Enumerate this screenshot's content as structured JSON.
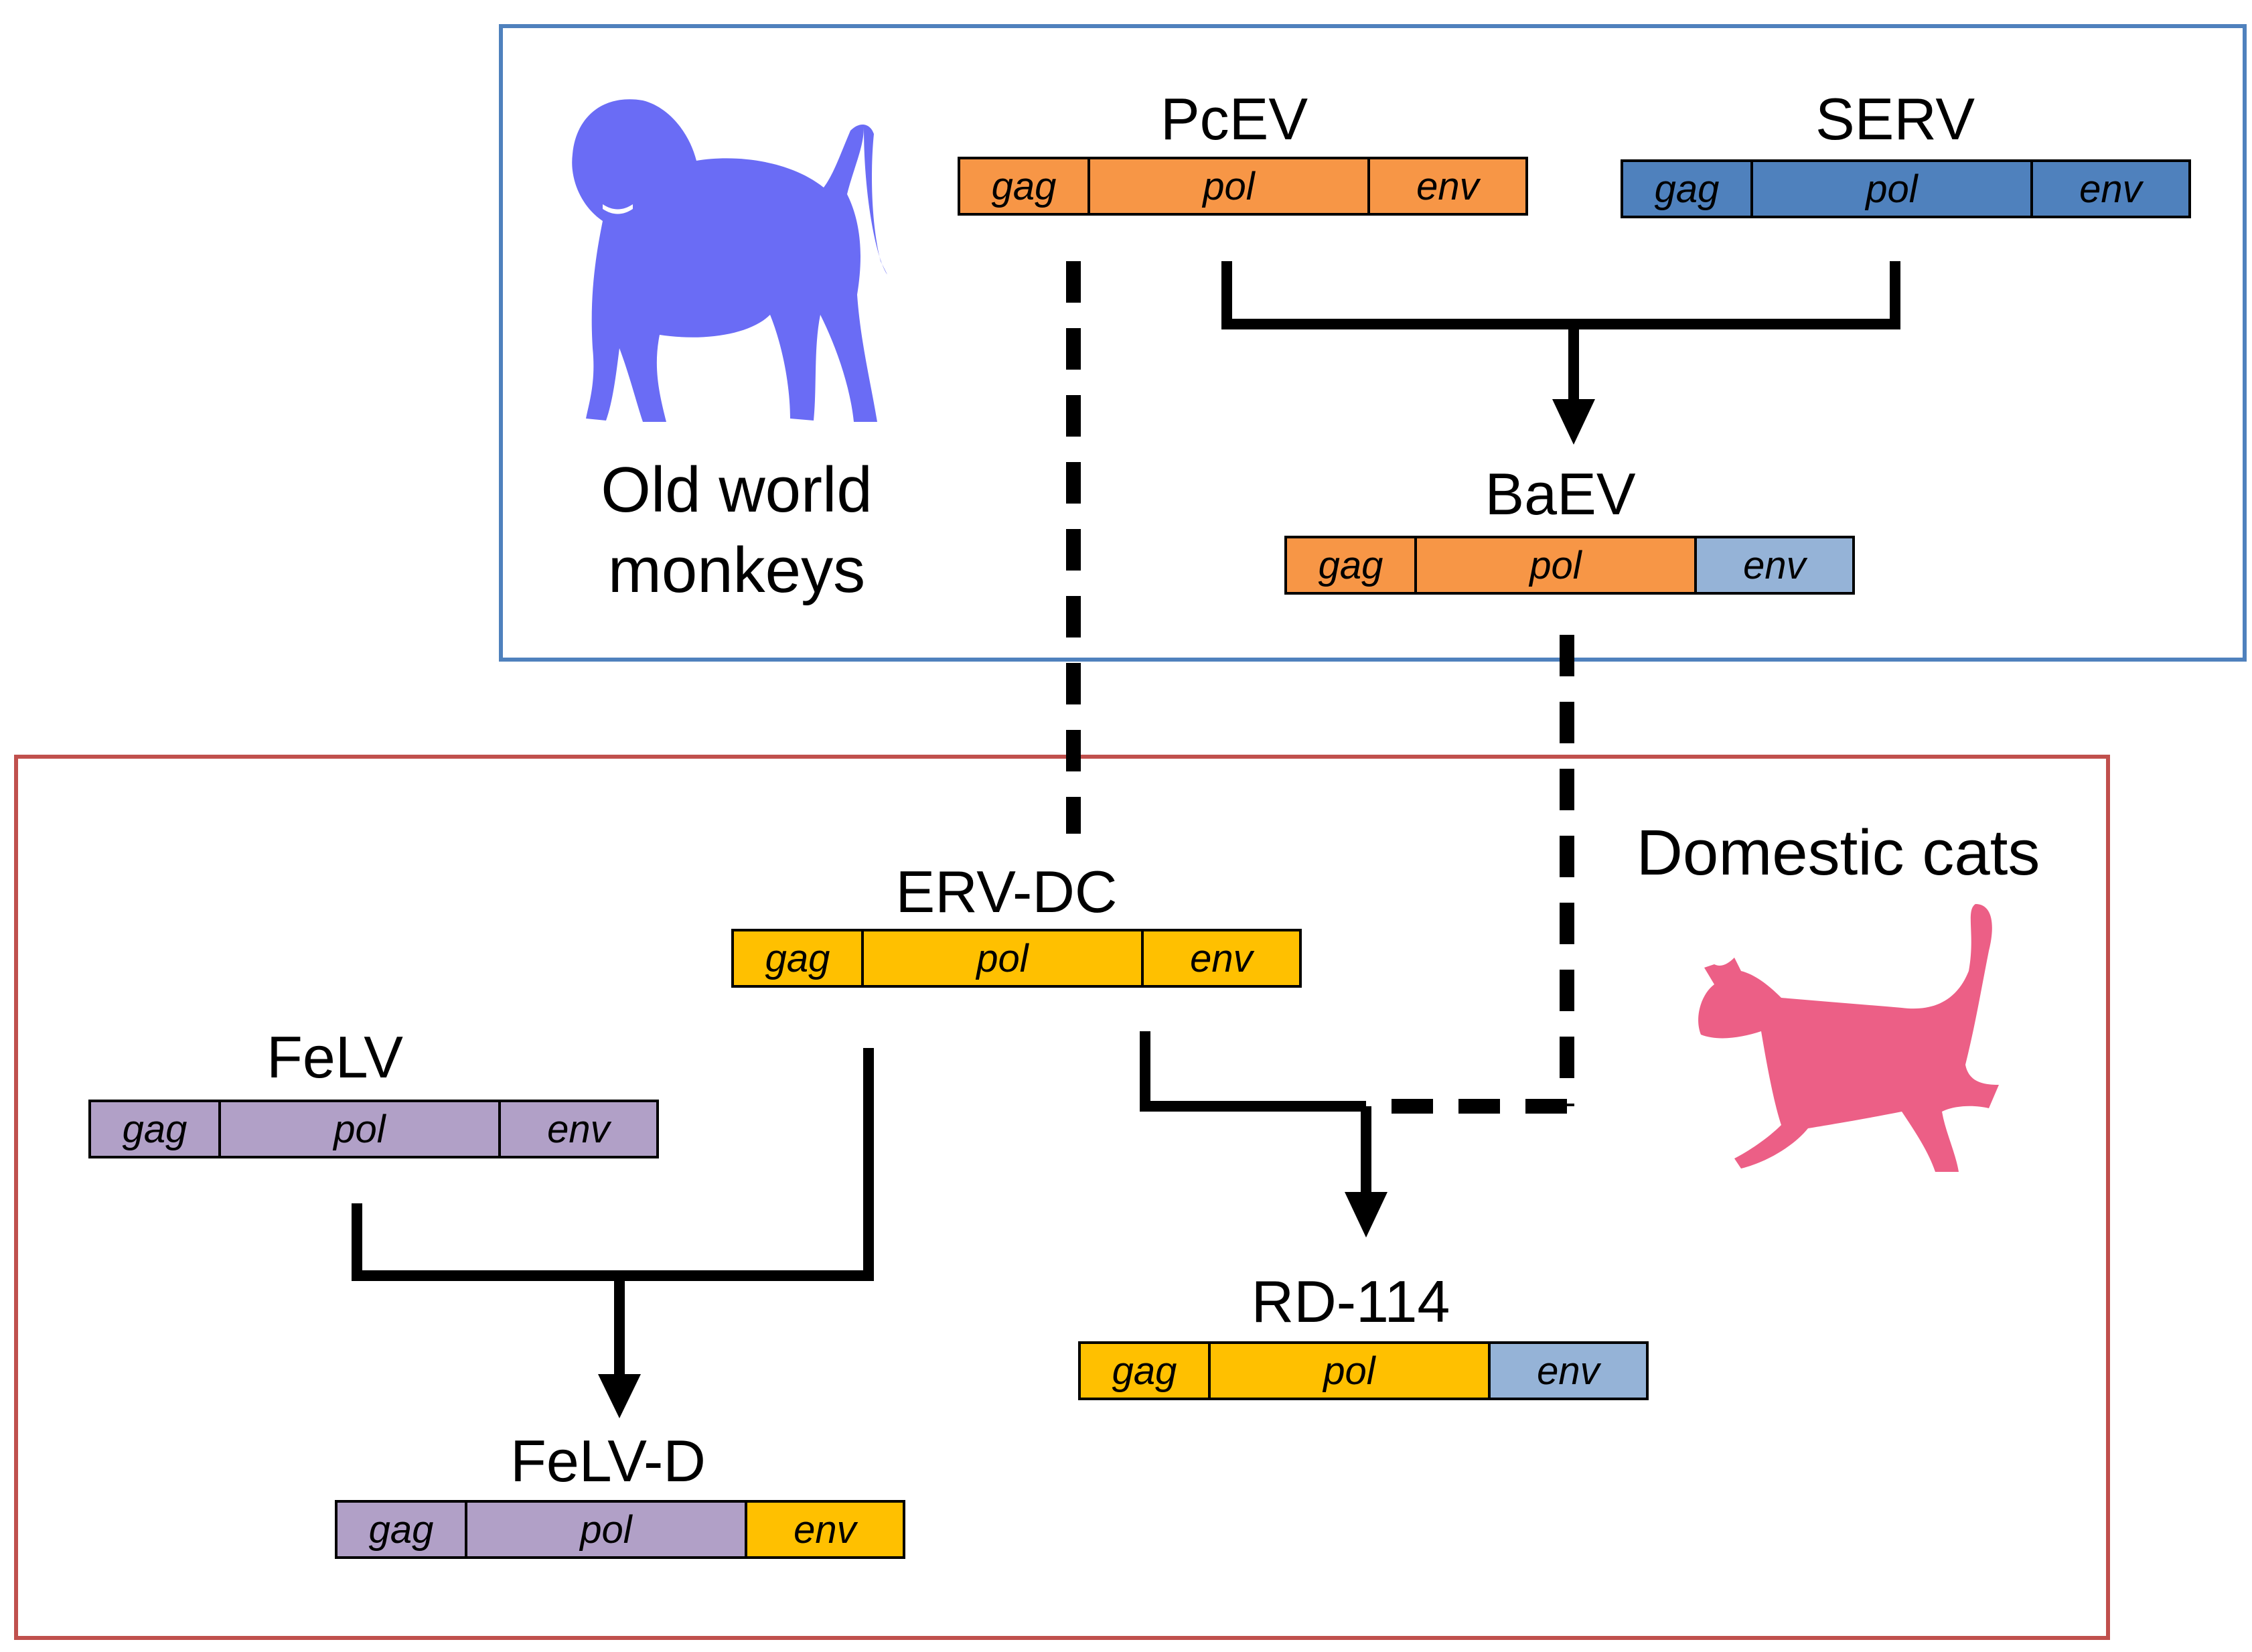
{
  "regions": {
    "monkeys": {
      "label_line1": "Old world",
      "label_line2": "monkeys",
      "border_color": "#4f81bd",
      "icon": "baboon-icon"
    },
    "cats": {
      "label": "Domestic cats",
      "border_color": "#c0504d",
      "icon": "cat-icon"
    }
  },
  "colors": {
    "pcev": "#f79646",
    "serv": "#4f81bd",
    "serv_env": "#95b3d7",
    "erv_dc": "#ffc000",
    "felv": "#b1a0c7",
    "baboon": "#6a6cf5",
    "cat": "#ec5f86"
  },
  "genes": {
    "gag": "gag",
    "pol": "pol",
    "env": "env"
  },
  "viruses": {
    "pcev": {
      "name": "PcEV"
    },
    "serv": {
      "name": "SERV"
    },
    "baev": {
      "name": "BaEV"
    },
    "erv_dc": {
      "name": "ERV-DC"
    },
    "felv": {
      "name": "FeLV"
    },
    "rd114": {
      "name": "RD-114"
    },
    "felv_d": {
      "name": "FeLV-D"
    }
  }
}
